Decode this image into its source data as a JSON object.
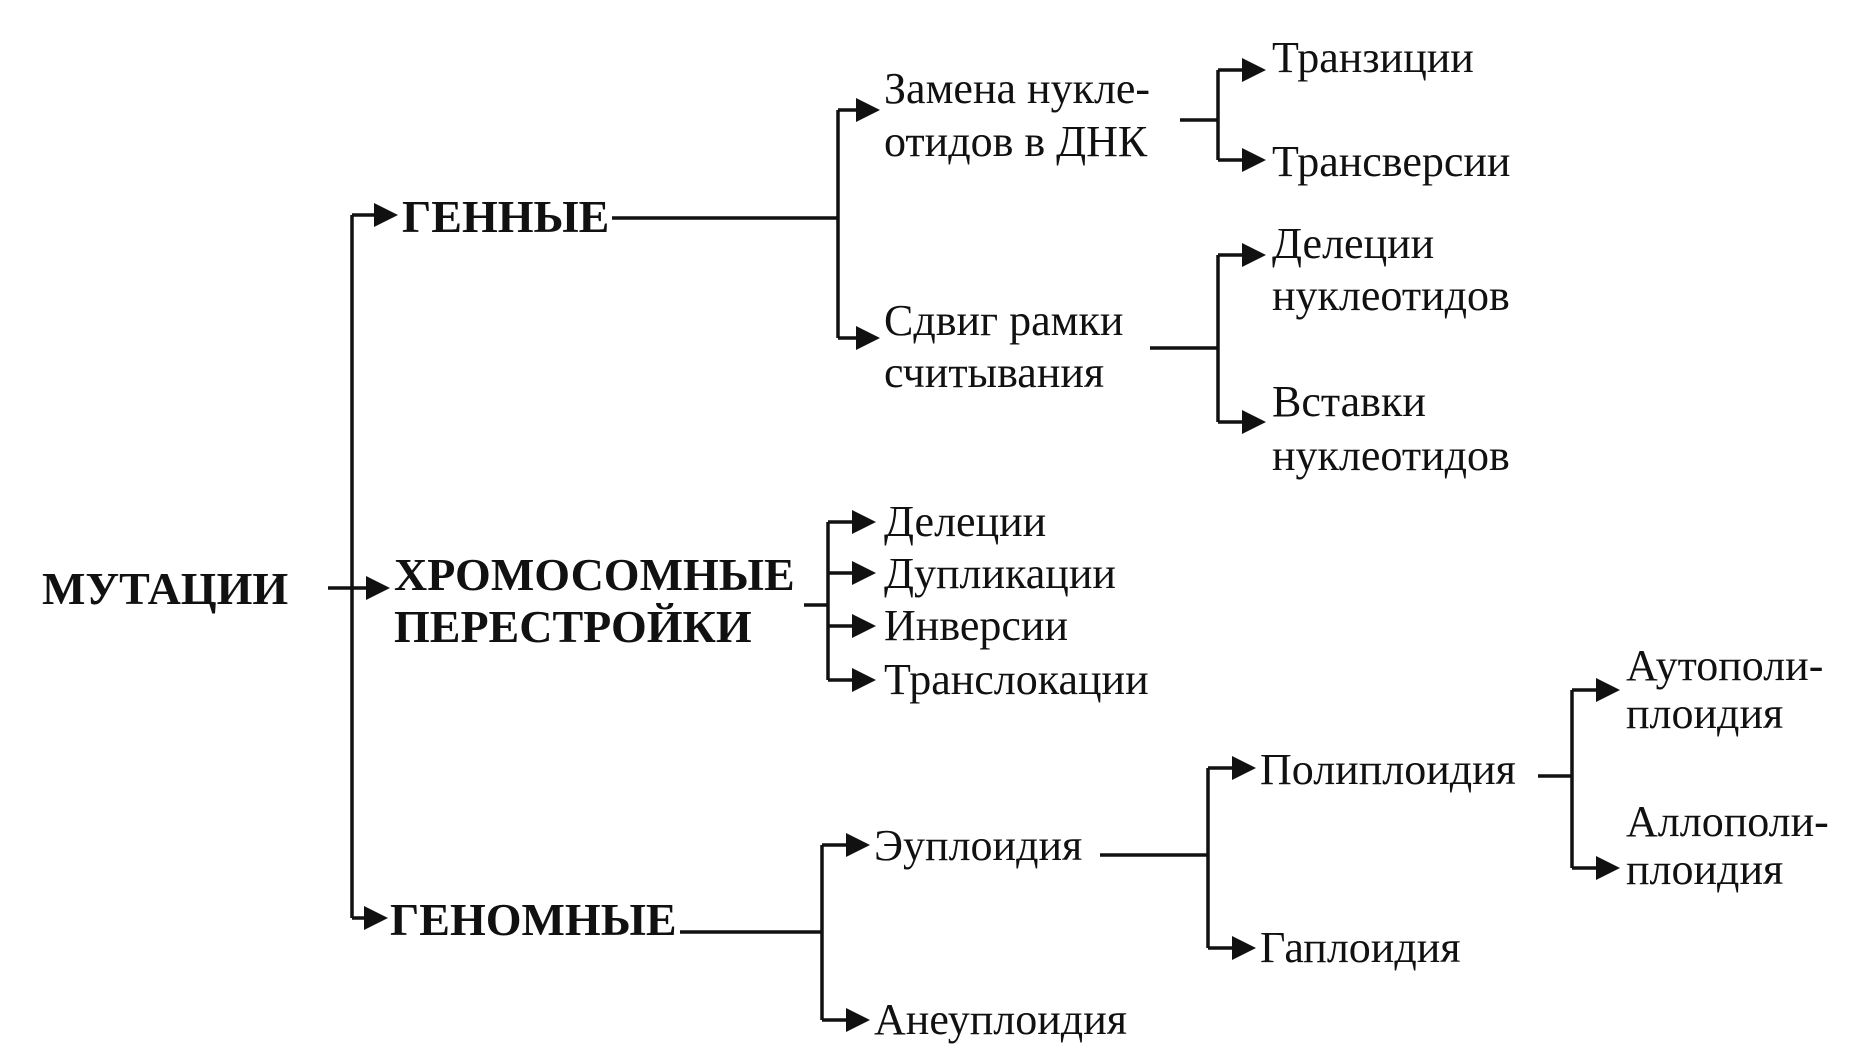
{
  "root": {
    "label": "МУТАЦИИ"
  },
  "categories": {
    "gene": {
      "label": "ГЕННЫЕ"
    },
    "chromosomal": {
      "line1": "ХРОМОСОМНЫЕ",
      "line2": "ПЕРЕСТРОЙКИ"
    },
    "genomic": {
      "label": "ГЕНОМНЫЕ"
    }
  },
  "gene": {
    "substitution": {
      "line1": "Замена нукле-",
      "line2": "отидов в ДНК"
    },
    "frameshift": {
      "line1": "Сдвиг рамки",
      "line2": "считывания"
    },
    "transitions": "Транзиции",
    "transversions": "Трансверсии",
    "deletions": {
      "line1": "Делеции",
      "line2": "нуклеотидов"
    },
    "insertions": {
      "line1": "Вставки",
      "line2": "нуклеотидов"
    }
  },
  "chromosomal": {
    "items": [
      "Делеции",
      "Дупликации",
      "Инверсии",
      "Транслокации"
    ]
  },
  "genomic": {
    "euploidy": "Эуплоидия",
    "aneuploidy": "Анеуплоидия",
    "polyploidy": "Полиплоидия",
    "haploidy": "Гаплоидия",
    "autopolyploidy": {
      "line1": "Аутополи-",
      "line2": "плоидия"
    },
    "allopolyploidy": {
      "line1": "Аллополи-",
      "line2": "плоидия"
    }
  },
  "colors": {
    "ink": "#111111",
    "background": "#ffffff"
  }
}
